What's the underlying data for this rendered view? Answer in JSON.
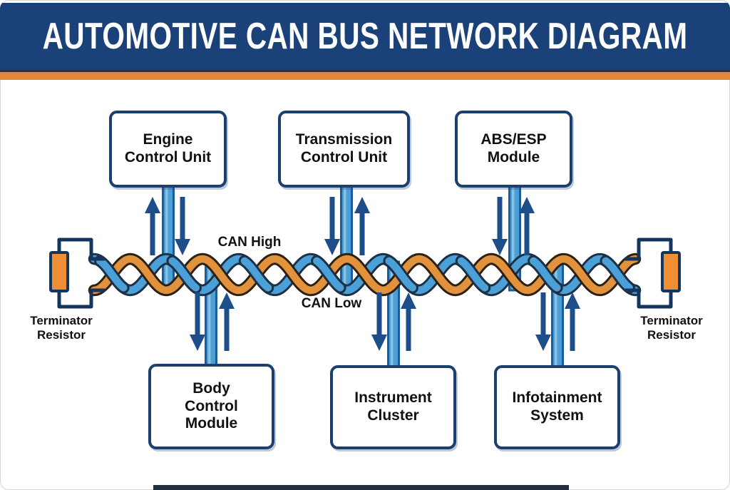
{
  "header": {
    "title": "AUTOMOTIVE CAN BUS NETWORK DIAGRAM"
  },
  "bus": {
    "can_high_label": "CAN High",
    "can_low_label": "CAN Low"
  },
  "terminators": {
    "left_label": "Terminator\nResistor",
    "right_label": "Terminator\nResistor"
  },
  "modules": {
    "top": [
      {
        "label": "Engine\nControl Unit"
      },
      {
        "label": "Transmission\nControl Unit"
      },
      {
        "label": "ABS/ESP\nModule"
      }
    ],
    "bottom": [
      {
        "label": "Body\nControl\nModule"
      },
      {
        "label": "Instrument\nCluster"
      },
      {
        "label": "Infotainment\nSystem"
      }
    ]
  },
  "colors": {
    "header_navy": "#1b4278",
    "accent_orange": "#e2873a",
    "wire_blue": "#4ba0d8",
    "wire_blue_outline": "#1d3046",
    "wire_orange": "#e2913d",
    "wire_orange_outline": "#2c2013",
    "pipe_border_blue": "#1c5c9c",
    "box_border_navy": "#1b3f6e",
    "arrow_blue": "#1d4e8a",
    "terminator_navy": "#14365c",
    "resistor_orange": "#ef8e35"
  }
}
